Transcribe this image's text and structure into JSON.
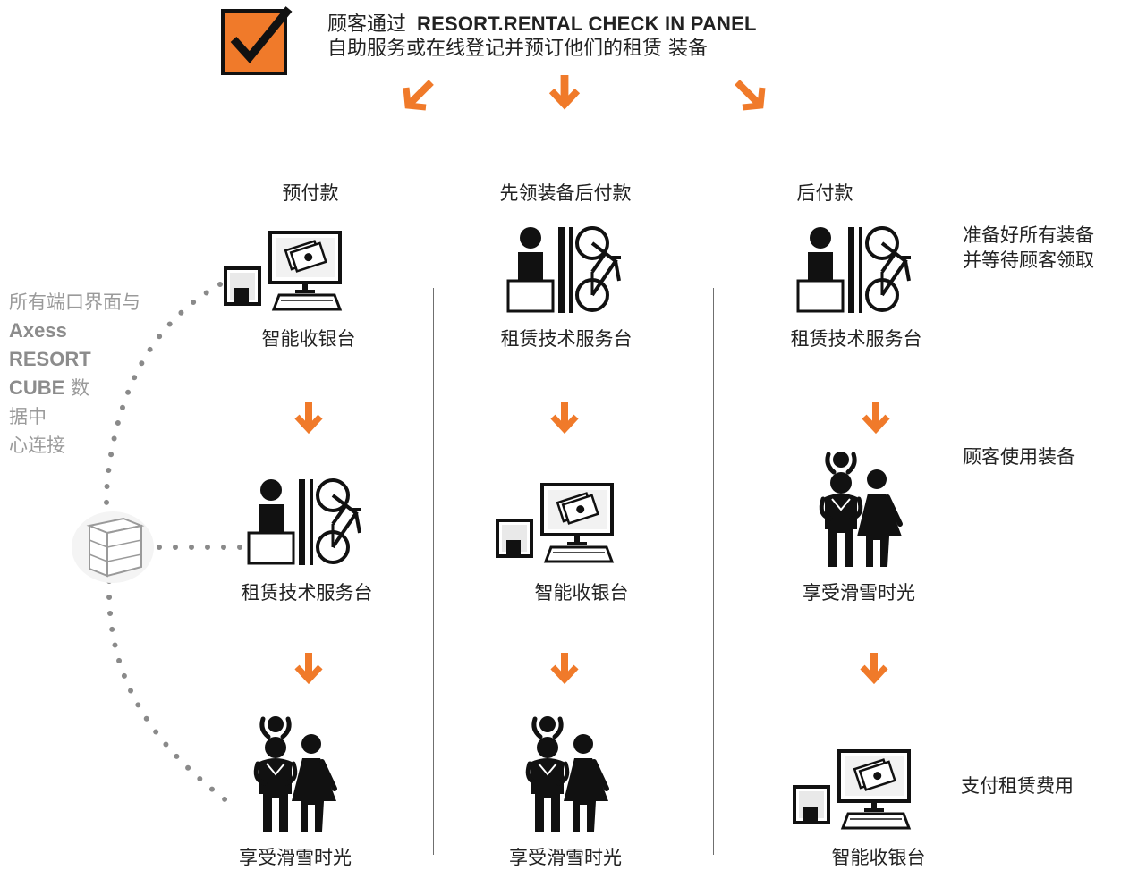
{
  "header": {
    "line1_prefix": "顾客通过",
    "line1_brand": "RESORT.RENTAL CHECK IN PANEL",
    "line2": "自助服务或在线登记并预订他们的租赁 装备",
    "icon": "checkbox-check-icon"
  },
  "side_note": {
    "line1": "所有端口界面与",
    "line2": "Axess",
    "line3": "RESORT",
    "line4_bold": "CUBE",
    "line4_rest": "数",
    "line5": "据中",
    "line6": "心连接",
    "icon": "server-cube-icon"
  },
  "columns": [
    {
      "title": "预付款",
      "steps": [
        {
          "icon": "pos-terminal-icon",
          "label": "智能收银台"
        },
        {
          "icon": "rental-service-desk-icon",
          "label": "租赁技术服务台"
        },
        {
          "icon": "family-icon",
          "label": "享受滑雪时光"
        }
      ]
    },
    {
      "title": "先领装备后付款",
      "steps": [
        {
          "icon": "rental-service-desk-icon",
          "label": "租赁技术服务台"
        },
        {
          "icon": "pos-terminal-icon",
          "label": "智能收银台"
        },
        {
          "icon": "family-icon",
          "label": "享受滑雪时光"
        }
      ]
    },
    {
      "title": "后付款",
      "steps": [
        {
          "icon": "rental-service-desk-icon",
          "label": "租赁技术服务台"
        },
        {
          "icon": "family-icon",
          "label": "享受滑雪时光"
        },
        {
          "icon": "pos-terminal-icon",
          "label": "智能收银台"
        }
      ]
    }
  ],
  "right_notes": {
    "note1_line1": "准备好所有装备",
    "note1_line2": "并等待顾客领取",
    "note2": "顾客使用装备",
    "note3": "支付租赁费用"
  },
  "colors": {
    "accent": "#f07a2a",
    "icon": "#111111",
    "muted": "#9a9a9a",
    "divider": "#6f6f6f"
  }
}
